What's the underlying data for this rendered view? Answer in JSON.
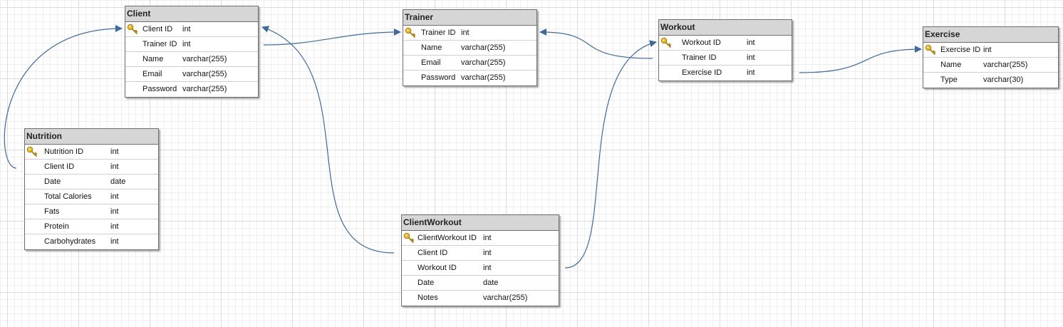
{
  "tables": {
    "client": {
      "title": "Client",
      "rows": [
        {
          "name": "Client ID",
          "type": "int",
          "primary_key": true
        },
        {
          "name": "Trainer ID",
          "type": "int",
          "primary_key": false
        },
        {
          "name": "Name",
          "type": "varchar(255)",
          "primary_key": false
        },
        {
          "name": "Email",
          "type": "varchar(255)",
          "primary_key": false
        },
        {
          "name": "Password",
          "type": "varchar(255)",
          "primary_key": false
        }
      ]
    },
    "trainer": {
      "title": "Trainer",
      "rows": [
        {
          "name": "Trainer ID",
          "type": "int",
          "primary_key": true
        },
        {
          "name": "Name",
          "type": "varchar(255)",
          "primary_key": false
        },
        {
          "name": "Email",
          "type": "varchar(255)",
          "primary_key": false
        },
        {
          "name": "Password",
          "type": "varchar(255)",
          "primary_key": false
        }
      ]
    },
    "workout": {
      "title": "Workout",
      "rows": [
        {
          "name": "Workout ID",
          "type": "int",
          "primary_key": true
        },
        {
          "name": "Trainer ID",
          "type": "int",
          "primary_key": false
        },
        {
          "name": "Exercise ID",
          "type": "int",
          "primary_key": false
        }
      ]
    },
    "exercise": {
      "title": "Exercise",
      "rows": [
        {
          "name": "Exercise ID",
          "type": "int",
          "primary_key": true
        },
        {
          "name": "Name",
          "type": "varchar(255)",
          "primary_key": false
        },
        {
          "name": "Type",
          "type": "varchar(30)",
          "primary_key": false
        }
      ]
    },
    "nutrition": {
      "title": "Nutrition",
      "rows": [
        {
          "name": "Nutrition ID",
          "type": "int",
          "primary_key": true
        },
        {
          "name": "Client ID",
          "type": "int",
          "primary_key": false
        },
        {
          "name": "Date",
          "type": "date",
          "primary_key": false
        },
        {
          "name": "Total Calories",
          "type": "int",
          "primary_key": false
        },
        {
          "name": "Fats",
          "type": "int",
          "primary_key": false
        },
        {
          "name": "Protein",
          "type": "int",
          "primary_key": false
        },
        {
          "name": "Carbohydrates",
          "type": "int",
          "primary_key": false
        }
      ]
    },
    "clientworkout": {
      "title": "ClientWorkout",
      "rows": [
        {
          "name": "ClientWorkout ID",
          "type": "int",
          "primary_key": true
        },
        {
          "name": "Client ID",
          "type": "int",
          "primary_key": false
        },
        {
          "name": "Workout ID",
          "type": "int",
          "primary_key": false
        },
        {
          "name": "Date",
          "type": "date",
          "primary_key": false
        },
        {
          "name": "Notes",
          "type": "varchar(255)",
          "primary_key": false
        }
      ]
    }
  },
  "relationships": [
    {
      "from": "Client.Trainer ID",
      "to": "Trainer.Trainer ID"
    },
    {
      "from": "Workout.Trainer ID",
      "to": "Trainer.Trainer ID"
    },
    {
      "from": "Workout.Exercise ID",
      "to": "Exercise.Exercise ID"
    },
    {
      "from": "Nutrition.Client ID",
      "to": "Client.Client ID"
    },
    {
      "from": "ClientWorkout.Client ID",
      "to": "Client.Client ID"
    },
    {
      "from": "ClientWorkout.Workout ID",
      "to": "Workout.Workout ID"
    }
  ],
  "colors": {
    "connector": "#3e6a9c",
    "header_bg": "#d6d6d6",
    "key_icon": "#e8b827"
  },
  "icons": {
    "primary_key": "key-icon"
  }
}
